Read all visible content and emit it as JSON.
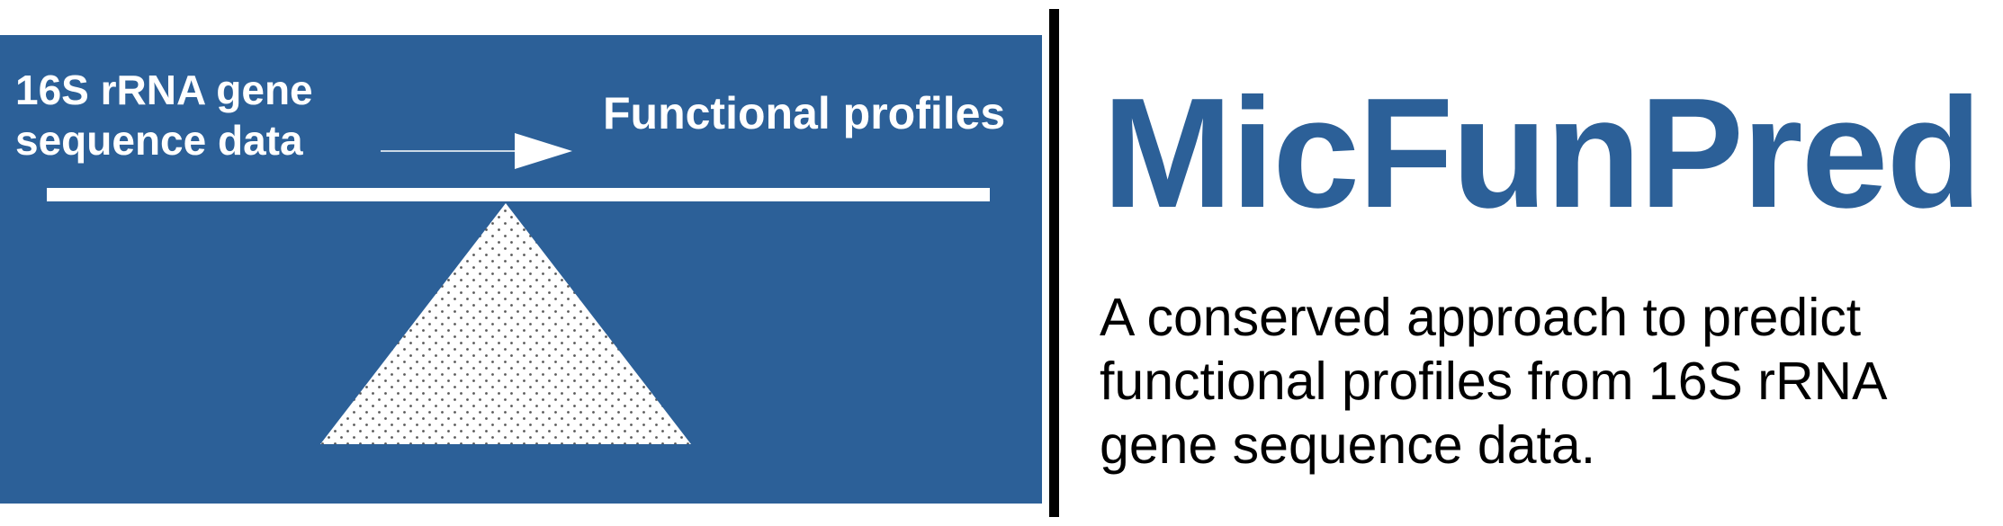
{
  "colors": {
    "brand_blue": "#2c6098",
    "panel_text": "#ffffff",
    "divider": "#000000",
    "tagline_text": "#000000"
  },
  "diagram": {
    "input_label": "16S rRNA gene\nsequence data",
    "output_label": "Functional profiles",
    "icons": {
      "arrow": "right-arrow-icon",
      "balance_beam": "balance-beam",
      "fulcrum": "dotted-triangle-fulcrum"
    }
  },
  "brand": {
    "title": "MicFunPred",
    "tagline": "A conserved approach to predict functional profiles from 16S rRNA gene sequence data."
  }
}
